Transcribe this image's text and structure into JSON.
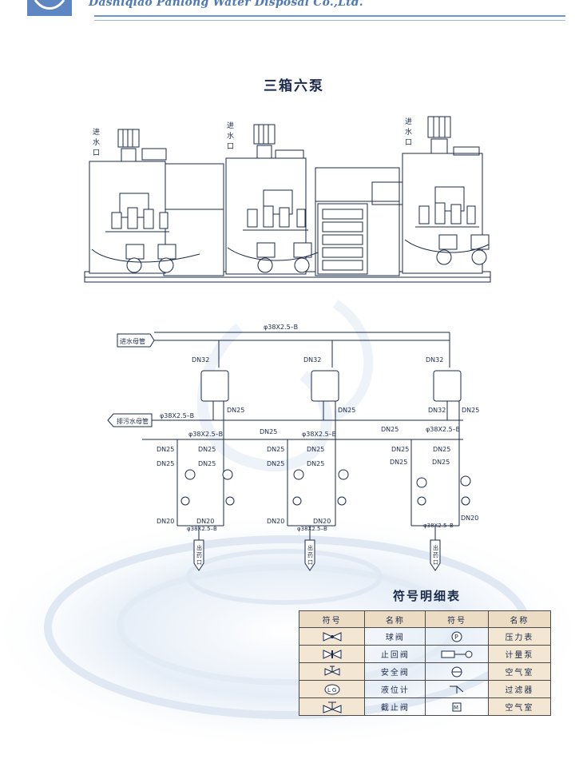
{
  "header": {
    "company": "Dashiqiao Panlong Water  Disposal Co.,Ltd."
  },
  "title": "三箱六泵",
  "equipment": {
    "inlet_label": "进\n水\n口"
  },
  "schematic": {
    "inlet_main": "进水母管",
    "drain_main": "排污水母管",
    "outlet_label": "出\n药\n口",
    "pipe_38": "φ38X2.5–B",
    "pipe_38_v": "φ38X2.5–B",
    "dn32": "DN32",
    "dn25": "DN25",
    "dn20": "DN20"
  },
  "legend": {
    "title": "符号明细表",
    "headers": [
      "符号",
      "名称",
      "符号",
      "名称"
    ],
    "rows": [
      {
        "sym1": "ball-valve-icon",
        "name1": "球阀",
        "sym2": "pressure-gauge-icon",
        "name2": "压力表"
      },
      {
        "sym1": "check-valve-icon",
        "name1": "止回阀",
        "sym2": "metering-pump-icon",
        "name2": "计量泵"
      },
      {
        "sym1": "safety-valve-icon",
        "name1": "安全阀",
        "sym2": "air-chamber-icon",
        "name2": "空气室"
      },
      {
        "sym1": "level-gauge-icon",
        "name1": "液位计",
        "sym2": "filter-icon",
        "name2": "过滤器"
      },
      {
        "sym1": "stop-valve-icon",
        "name1": "截止阀",
        "sym2": "motor-icon",
        "name2": "空气室"
      }
    ]
  }
}
